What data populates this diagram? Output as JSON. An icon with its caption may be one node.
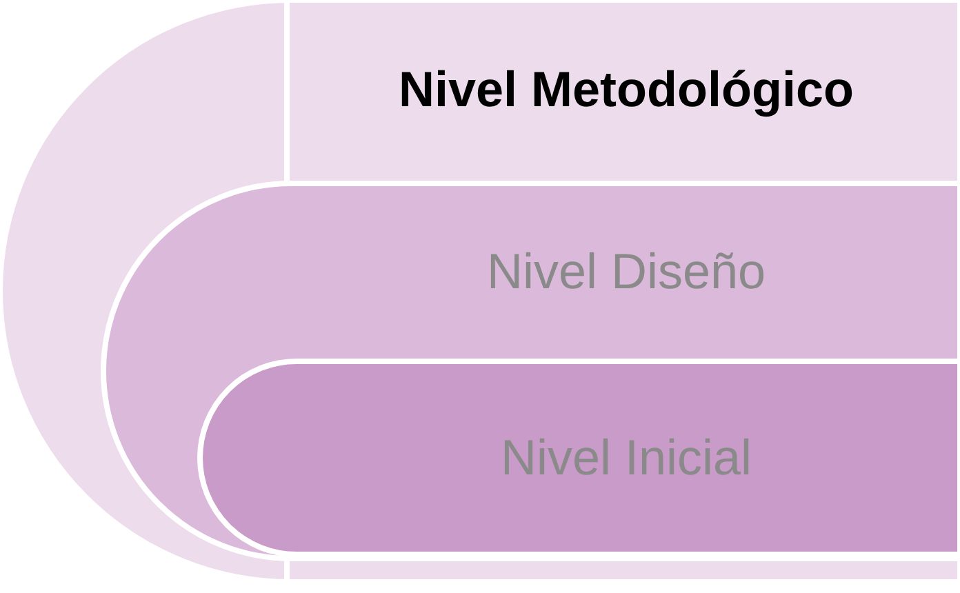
{
  "diagram": {
    "nodes": [
      {
        "text": [
          "Nivel Metodológico"
        ]
      },
      {
        "text": [
          "Nivel Diseño"
        ],
        "in": 0
      },
      {
        "text": [
          "Nivel Inicial"
        ],
        "in": 1
      }
    ]
  }
}
